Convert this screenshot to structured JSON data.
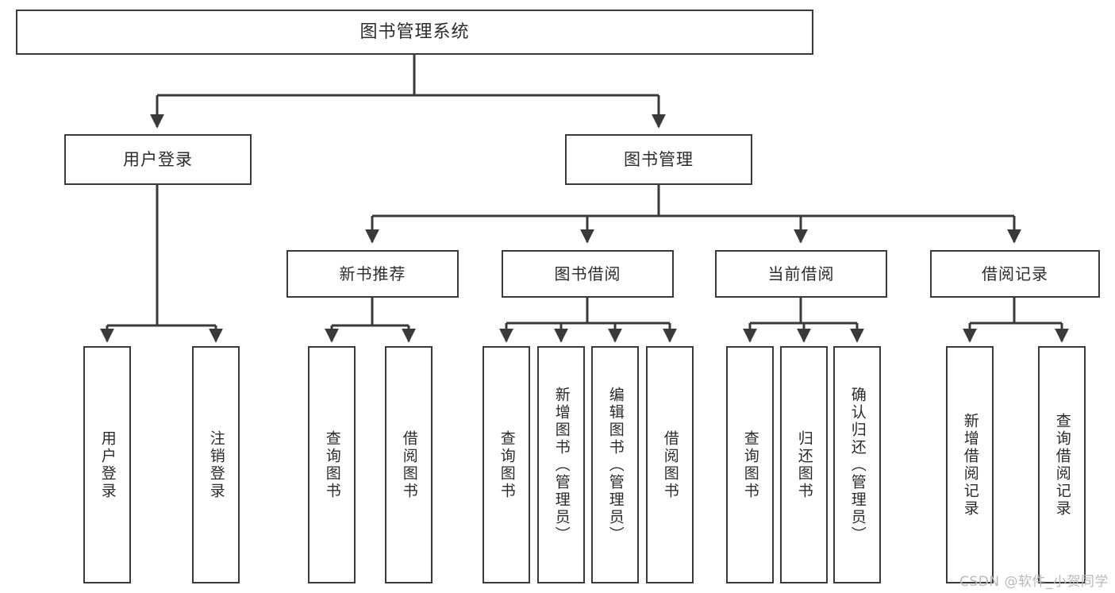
{
  "diagram": {
    "title": "图书管理系统",
    "type": "tree-hierarchy",
    "root": {
      "label": "图书管理系统"
    },
    "level2": [
      {
        "label": "用户登录"
      },
      {
        "label": "图书管理"
      }
    ],
    "level3": [
      {
        "label": "新书推荐"
      },
      {
        "label": "图书借阅"
      },
      {
        "label": "当前借阅"
      },
      {
        "label": "借阅记录"
      }
    ],
    "leaves": {
      "user_login": [
        {
          "label": "用户登录"
        },
        {
          "label": "注销登录"
        }
      ],
      "new_book_recommend": [
        {
          "label": "查询图书"
        },
        {
          "label": "借阅图书"
        }
      ],
      "book_borrow": [
        {
          "label": "查询图书"
        },
        {
          "label": "新增图书（管理员）"
        },
        {
          "label": "编辑图书（管理员）"
        },
        {
          "label": "借阅图书"
        }
      ],
      "current_borrow": [
        {
          "label": "查询图书"
        },
        {
          "label": "归还图书"
        },
        {
          "label": "确认归还（管理员）"
        }
      ],
      "borrow_record": [
        {
          "label": "新增借阅记录"
        },
        {
          "label": "查询借阅记录"
        }
      ]
    }
  },
  "watermark": {
    "text": "CSDN @软件_小贺同学"
  },
  "colors": {
    "box_border": "#3a3a3a",
    "box_fill": "#ffffff",
    "connector": "#3a3a3a",
    "text": "#2b2b2b",
    "watermark": "#b9b9b9",
    "background": "#ffffff"
  }
}
